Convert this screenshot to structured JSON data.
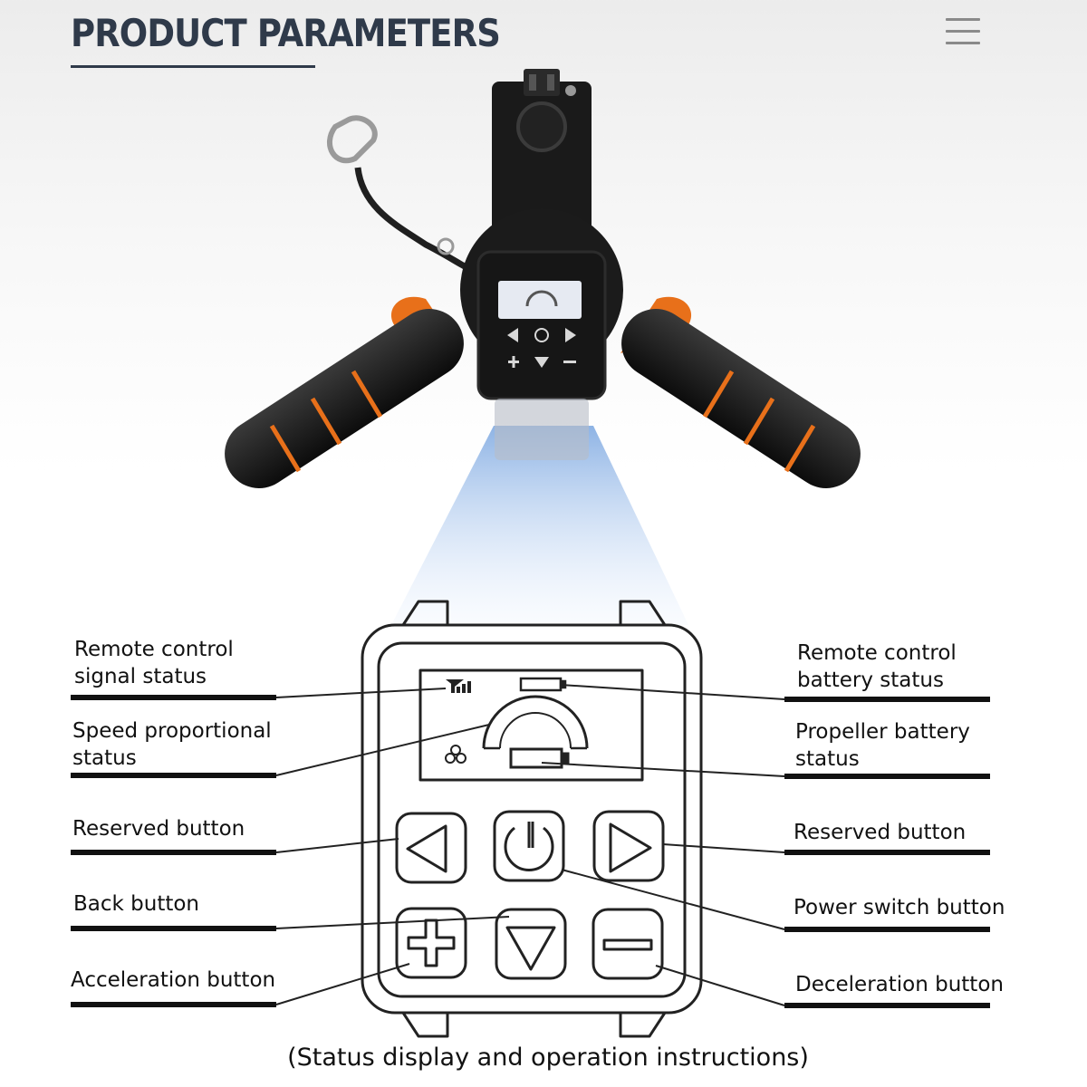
{
  "header": {
    "title": "PRODUCT PARAMETERS"
  },
  "labels": {
    "signal_line1": "Remote control",
    "signal_line2": "signal status",
    "remote_battery_line1": "Remote control",
    "remote_battery_line2": "battery status",
    "speed_line1": "Speed proportional",
    "speed_line2": "status",
    "propeller_battery_line1": "Propeller battery",
    "propeller_battery_line2": "status",
    "reserved_left": "Reserved button",
    "reserved_right": "Reserved button",
    "back": "Back button",
    "power": "Power switch button",
    "acceleration": "Acceleration button",
    "deceleration": "Deceleration button"
  },
  "caption": "(Status display and operation instructions)",
  "colors": {
    "title": "#2f3a4a",
    "grip_accent": "#e8701a",
    "light_beam": "#a8c8f0"
  },
  "icons": [
    "menu-icon",
    "signal-bars-icon",
    "battery-icon",
    "propeller-icon",
    "arrow-left-icon",
    "power-icon",
    "arrow-right-icon",
    "plus-icon",
    "arrow-down-icon",
    "minus-icon"
  ]
}
